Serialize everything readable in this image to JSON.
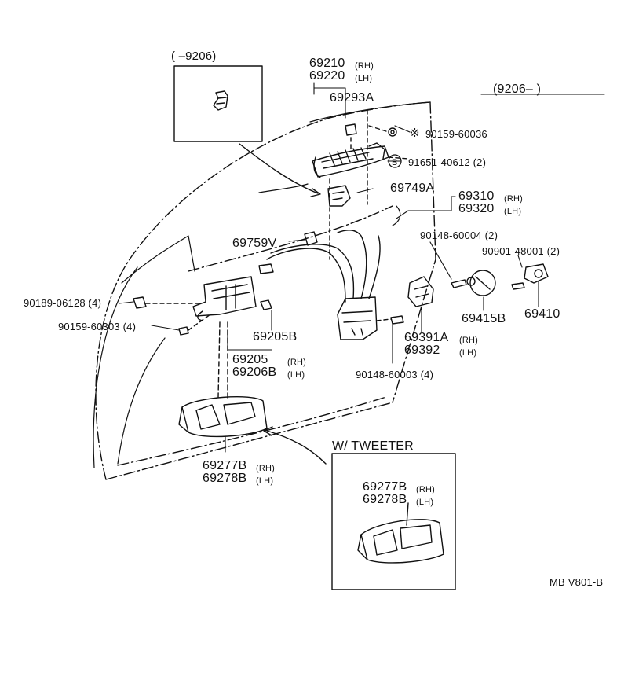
{
  "inset_top": {
    "range_label": "(      –9206)"
  },
  "effectivity": {
    "mark": "※",
    "range": "(9206–         )"
  },
  "parts": {
    "p69210": "69210",
    "p69220": "69220",
    "p69293A": "69293A",
    "p90159_60036": "90159-60036",
    "p91651_40612": "91651-40612 (2)",
    "p69749A": "69749A",
    "p69310": "69310",
    "p69320": "69320",
    "p69759V": "69759V",
    "p90148_60004": "90148-60004 (2)",
    "p90901_48001": "90901-48001 (2)",
    "p90189_06128": "90189-06128 (4)",
    "p90159_60303": "90159-60303 (4)",
    "p69205B": "69205B",
    "p69205": "69205",
    "p69206B": "69206B",
    "p69391A": "69391A",
    "p69392": "69392",
    "p69415B": "69415B",
    "p69410": "69410",
    "p90148_60003": "90148-60003 (4)",
    "p69277B": "69277B",
    "p69278B": "69278B",
    "p69277B_tw": "69277B",
    "p69278B_tw": "69278B"
  },
  "sides": {
    "rh": "(RH)",
    "lh": "(LH)"
  },
  "markers": {
    "b_circle": "B",
    "asterisk": "※"
  },
  "tweeter_inset": {
    "title": "W/ TWEETER"
  },
  "footer": {
    "code": "MB V801-B"
  }
}
